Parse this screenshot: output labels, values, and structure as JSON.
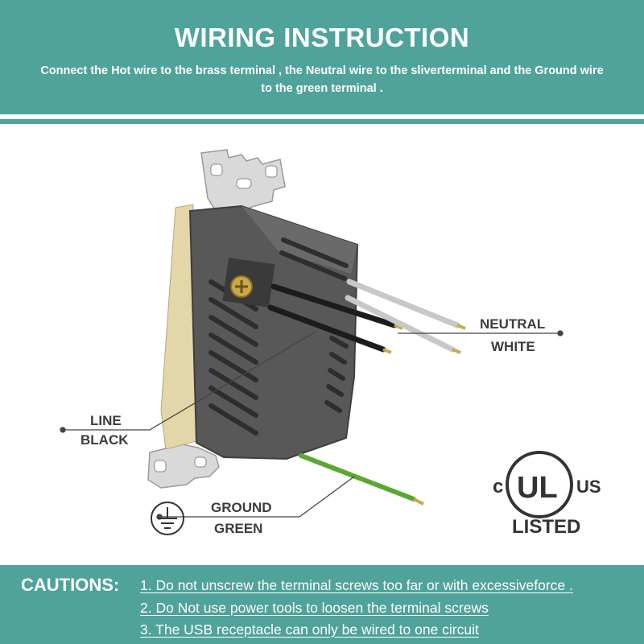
{
  "header": {
    "title": "WIRING INSTRUCTION",
    "subtitle": "Connect the Hot wire to the brass terminal , the Neutral wire to the sliverterminal and the Ground wire to the green terminal ."
  },
  "labels": {
    "neutral": "NEUTRAL",
    "white": "WHITE",
    "line": "LINE",
    "black": "BLACK",
    "ground": "GROUND",
    "green": "GREEN"
  },
  "certification": {
    "c": "c",
    "ul": "UL",
    "us": "US",
    "listed": "LISTED"
  },
  "icons": {
    "ground_symbol": "ground-icon",
    "certification_mark": "ul-listed-icon"
  },
  "cautions": {
    "label": "CAUTIONS:",
    "items": [
      "1. Do not unscrew the terminal screws too far or with excessiveforce .",
      "2. Do Not use power tools to loosen the terminal screws",
      "3. The USB receptacle can only be wired to one circuit"
    ]
  },
  "colors": {
    "teal": "#4fa39a",
    "body": "#5a5a5a",
    "wire_green": "#5aa832",
    "brass": "#c9a84a"
  }
}
